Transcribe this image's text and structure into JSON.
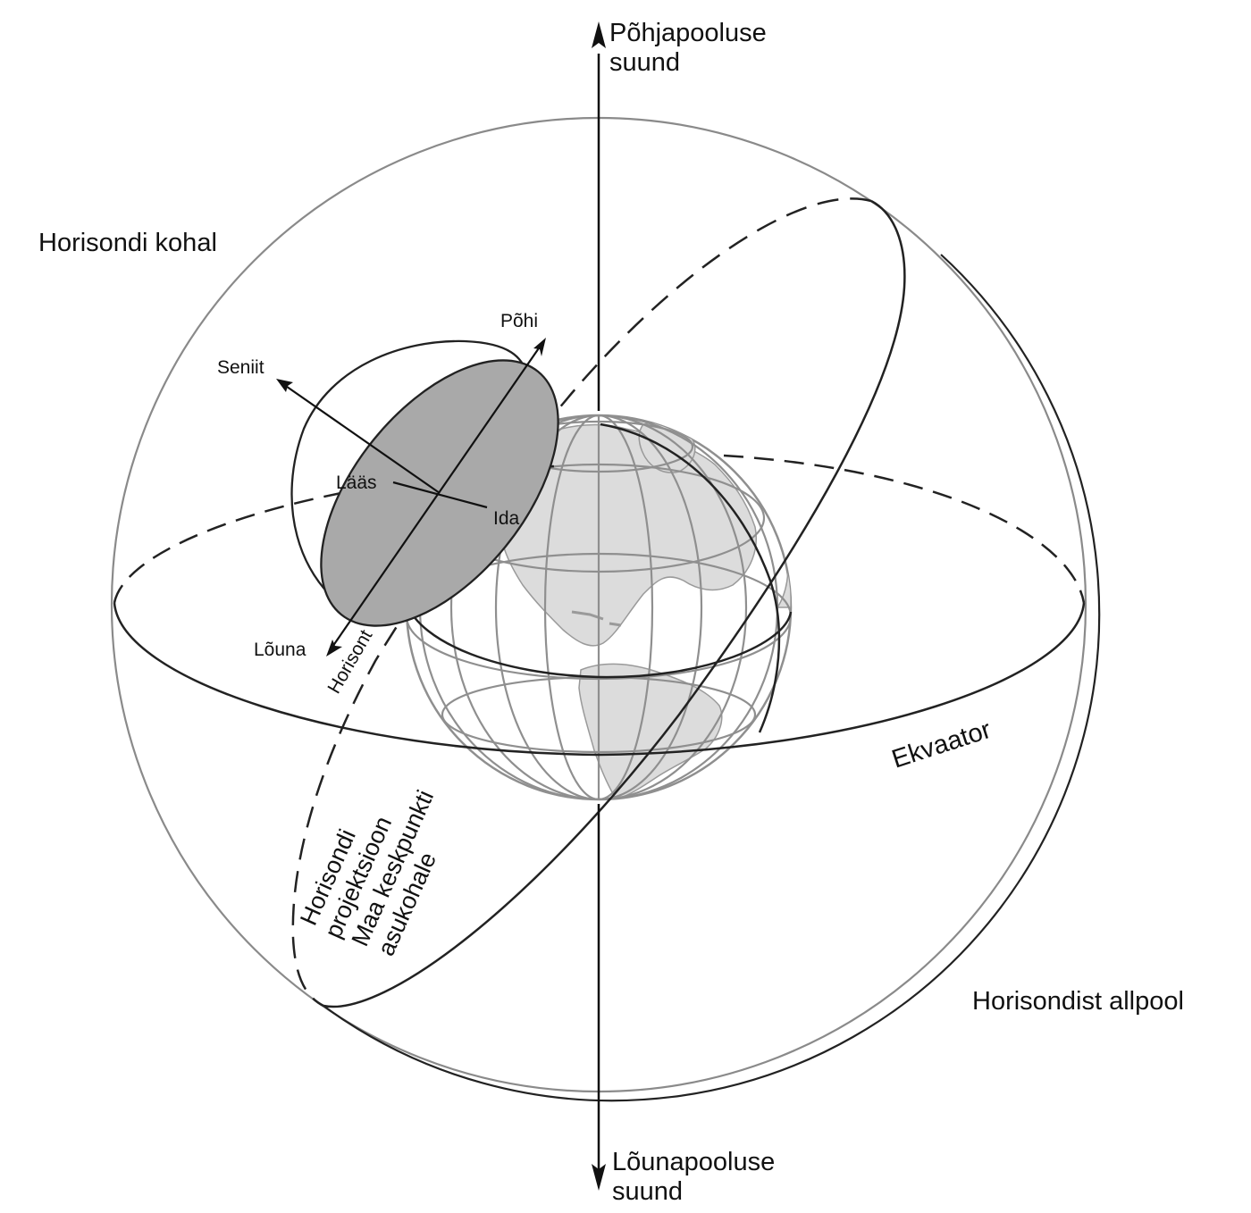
{
  "labels": {
    "north_pole_direction": [
      "Põhjapooluse",
      "suund"
    ],
    "south_pole_direction": [
      "Lõunapooluse",
      "suund"
    ],
    "above_horizon": "Horisondi kohal",
    "below_horizon": "Horisondist allpool",
    "equator": "Ekvaator",
    "zenith": "Seniit",
    "north": "Põhi",
    "west": "Lääs",
    "east": "Ida",
    "south": "Lõuna",
    "horizon": "Horisont",
    "horizon_projection": [
      "Horisondi",
      "projektsioon",
      "Maa keskpunkti",
      "asukohale"
    ]
  },
  "colors": {
    "line": "#111111",
    "sphere_outline": "#8a8a8a",
    "globe_grid": "#8f8f8f",
    "land": "#dcdcdc",
    "horizon_disk": "#a9a9a9"
  }
}
